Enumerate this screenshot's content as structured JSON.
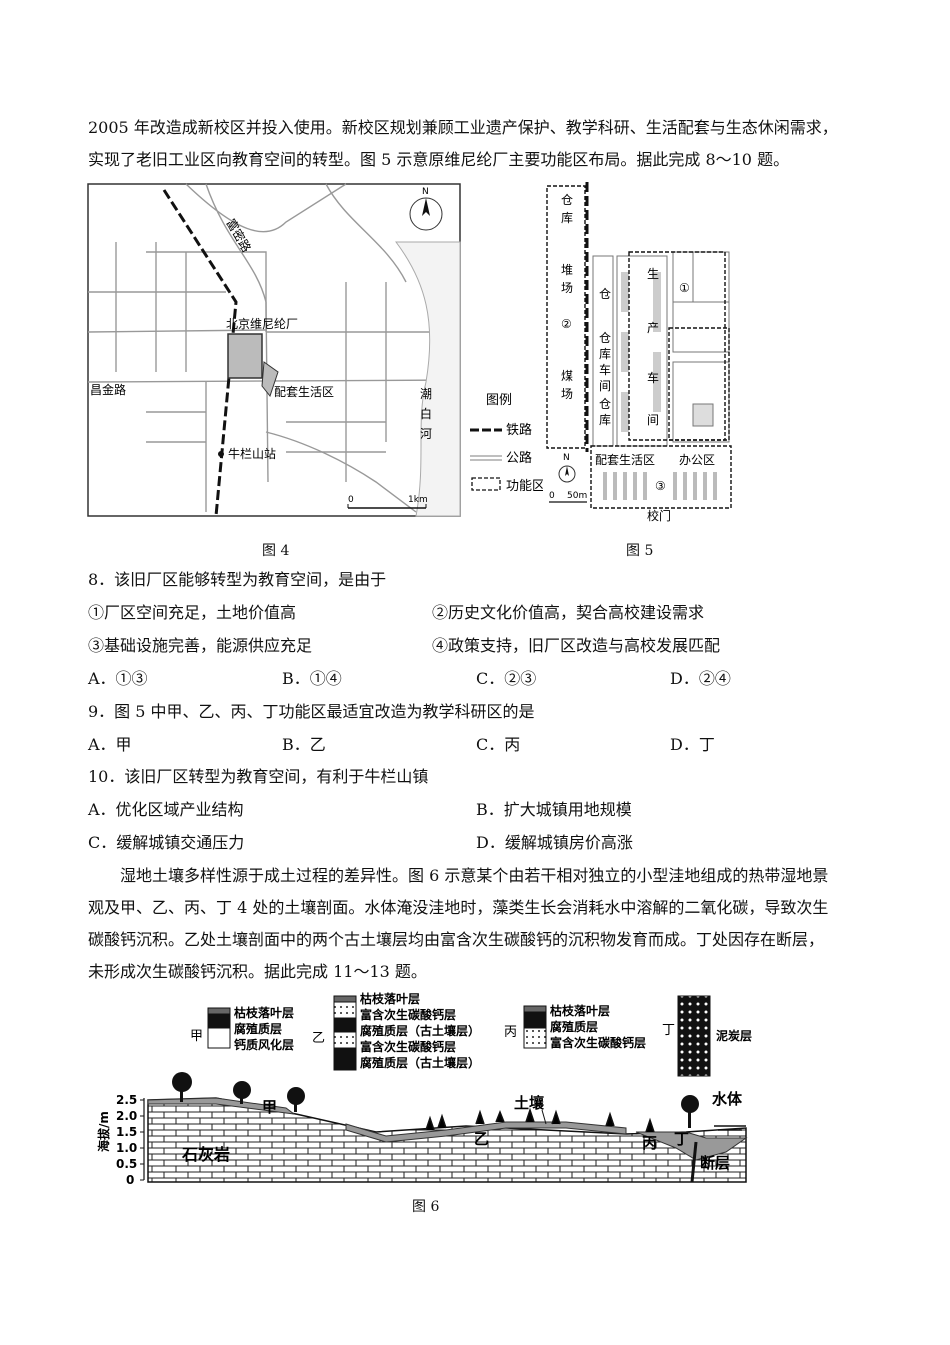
{
  "intro": {
    "line1": "2005 年改造成新校区并投入使用。新校区规划兼顾工业遗产保护、教学科研、生活配套与生态休闲需求，",
    "line2": "实现了老旧工业区向教育空间的转型。图 5 示意原维尼纶厂主要功能区布局。据此完成 8～10 题。"
  },
  "fig4": {
    "caption": "图 4",
    "road_fumi": "富密路",
    "factory": "北京维尼纶厂",
    "changjin": "昌金路",
    "living": "配套生活区",
    "river": [
      "潮",
      "白",
      "河"
    ],
    "station": "牛栏山站",
    "north": "N",
    "scale_zero": "0",
    "scale_km": "1km"
  },
  "fig5": {
    "caption": "图 5",
    "legend_title": "图例",
    "legend_rail": "铁路",
    "legend_road": "公路",
    "legend_zone": "功能区",
    "warehouse1": [
      "仓",
      "库"
    ],
    "yard": [
      "堆",
      "场"
    ],
    "zone2": "②",
    "coal": [
      "煤",
      "场"
    ],
    "warehouse2": "仓",
    "warehouse3": [
      "仓",
      "库"
    ],
    "workshop_small": [
      "车",
      "间"
    ],
    "warehouse4": [
      "仓",
      "库"
    ],
    "production": [
      "生",
      "产",
      "车",
      "间"
    ],
    "zone1": "①",
    "living": "配套生活区",
    "zone3": "③",
    "office": "办公区",
    "gate": "校门",
    "north": "N",
    "scale_zero": "0",
    "scale_m": "50m"
  },
  "q8": {
    "stem": "8．该旧厂区能够转型为教育空间，是由于",
    "s1": "①厂区空间充足，土地价值高",
    "s2": "②历史文化价值高，契合高校建设需求",
    "s3": "③基础设施完善，能源供应充足",
    "s4": "④政策支持，旧厂区改造与高校发展匹配",
    "A": "A．①③",
    "B": "B．①④",
    "C": "C．②③",
    "D": "D．②④"
  },
  "q9": {
    "stem": "9．图 5 中甲、乙、丙、丁功能区最适宜改造为教学科研区的是",
    "A": "A．甲",
    "B": "B．乙",
    "C": "C．丙",
    "D": "D．丁"
  },
  "q10": {
    "stem": "10．该旧厂区转型为教育空间，有利于牛栏山镇",
    "A": "A．优化区域产业结构",
    "B": "B．扩大城镇用地规模",
    "C": "C．缓解城镇交通压力",
    "D": "D．缓解城镇房价高涨"
  },
  "passage2": {
    "line1": "湿地土壤多样性源于成土过程的差异性。图 6 示意某个由若干相对独立的小型洼地组成的热带湿地景",
    "line2": "观及甲、乙、丙、丁 4 处的土壤剖面。水体淹没洼地时，藻类生长会消耗水中溶解的二氧化碳，导致次生",
    "line3": "碳酸钙沉积。乙处土壤剖面中的两个古土壤层均由富含次生碳酸钙的沉积物发育而成。丁处因存在断层，",
    "line4": "未形成次生碳酸钙沉积。据此完成 11～13 题。"
  },
  "fig6": {
    "caption": "图 6",
    "jia": "甲",
    "jia_layers": [
      "枯枝落叶层",
      "腐殖质层",
      "钙质风化层"
    ],
    "yi": "乙",
    "yi_layers": [
      "枯枝落叶层",
      "富含次生碳酸钙层",
      "腐殖质层（古土壤层）",
      "富含次生碳酸钙层",
      "腐殖质层（古土壤层）"
    ],
    "bing": "丙",
    "bing_layers": [
      "枯枝落叶层",
      "腐殖质层",
      "富含次生碳酸钙层"
    ],
    "ding": "丁",
    "ding_layers": [
      "泥炭层"
    ],
    "ylabel": "海拔/m",
    "yticks": [
      "2.5",
      "2.0",
      "1.5",
      "1.0",
      "0.5",
      "0"
    ],
    "limestone": "石灰岩",
    "soil": "土壤",
    "water": "水体",
    "fault": "断层",
    "jia_site": "甲",
    "yi_site": "乙",
    "bing_site": "丙",
    "ding_site": "丁"
  }
}
